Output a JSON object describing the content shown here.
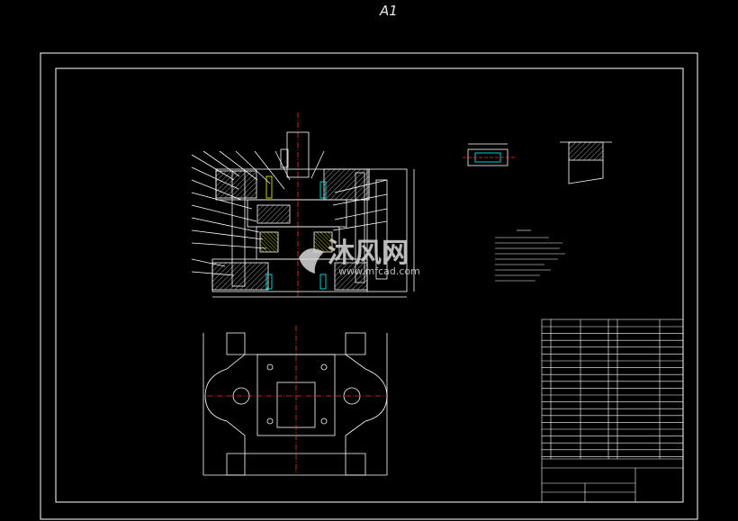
{
  "sheet": {
    "size_label": "A1"
  },
  "watermark": {
    "text": "沐风网",
    "url": "www.mfcad.com"
  },
  "colors": {
    "background": "#000000",
    "line": "#ffffff",
    "cyan": "#00ffff",
    "yellow": "#ffff00",
    "red": "#ff3030"
  }
}
